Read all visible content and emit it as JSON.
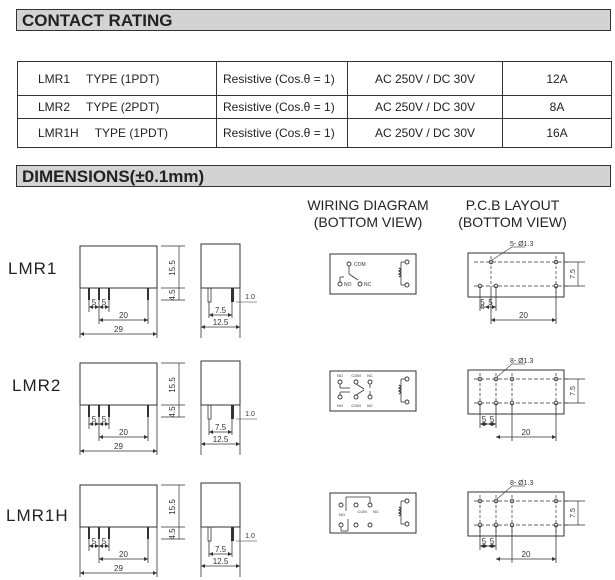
{
  "contact_rating": {
    "heading": "CONTACT RATING",
    "rows": [
      {
        "model": "LMR1",
        "type": "TYPE  (1PDT)",
        "load": "Resistive (Cos.θ = 1)",
        "voltage": "AC 250V / DC 30V",
        "current": "12A"
      },
      {
        "model": "LMR2",
        "type": "TYPE  (2PDT)",
        "load": "Resistive (Cos.θ = 1)",
        "voltage": "AC 250V / DC 30V",
        "current": "8A"
      },
      {
        "model": "LMR1H",
        "type": "TYPE  (1PDT)",
        "load": "Resistive (Cos.θ = 1)",
        "voltage": "AC 250V / DC 30V",
        "current": "16A"
      }
    ]
  },
  "dimensions": {
    "heading": "DIMENSIONS(±0.1mm)",
    "wiring_title": [
      "WIRING DIAGRAM",
      "(BOTTOM VIEW)"
    ],
    "pcb_title": [
      "P.C.B LAYOUT",
      "(BOTTOM VIEW)"
    ],
    "relays": [
      {
        "model": "LMR1",
        "height": "15.5",
        "pin_len": "4.5",
        "pitch_a": "5",
        "pitch_b": "5",
        "span": "20",
        "length": "29",
        "pin_w": "1.0",
        "row_pitch": "7.5",
        "width": "12.5",
        "wiring": {
          "com": "COM",
          "no": "NO",
          "nc": "NC"
        },
        "pcb": {
          "holes": "5- Ø1.3",
          "p1": "5",
          "p2": "5",
          "span": "20",
          "row": "7.5"
        }
      },
      {
        "model": "LMR2",
        "height": "15.5",
        "pin_len": "4.5",
        "pitch_a": "5",
        "pitch_b": "5",
        "span": "20",
        "length": "29",
        "pin_w": "1.0",
        "row_pitch": "7.5",
        "width": "12.5",
        "wiring": {
          "no_top": "NO",
          "com_top": "COM",
          "nc_top": "NC",
          "no_bot": "NO",
          "com_bot": "COM",
          "nc_bot": "NC"
        },
        "pcb": {
          "holes": "8- Ø1.3",
          "p1": "5",
          "p2": "5",
          "span": "20",
          "row": "7.5"
        }
      },
      {
        "model": "LMR1H",
        "height": "15.5",
        "pin_len": "4.5",
        "pitch_a": "5",
        "pitch_b": "5",
        "span": "20",
        "length": "29",
        "pin_w": "1.0",
        "row_pitch": "7.5",
        "width": "12.5",
        "wiring": {
          "no": "NO",
          "com": "COM",
          "nc": "NC"
        },
        "pcb": {
          "holes": "8- Ø1.3",
          "p1": "5",
          "p2": "5",
          "span": "20",
          "row": "7.5"
        }
      }
    ]
  }
}
